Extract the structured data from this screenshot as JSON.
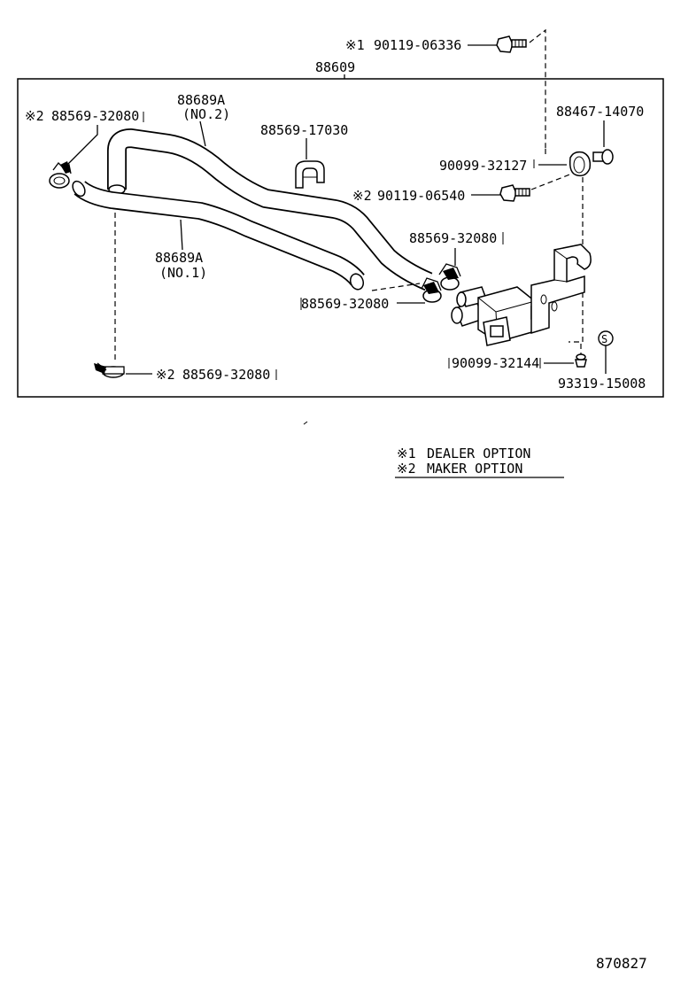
{
  "assembly": {
    "part_no": "88609"
  },
  "labels": {
    "bolt_top": {
      "mark": "※1",
      "part_no": "90119-06336"
    },
    "hose_no2": {
      "part_no": "88689A",
      "sub": "(NO.2)"
    },
    "clamp_upper_left": {
      "mark": "※2",
      "part_no": "88569-32080"
    },
    "holder": {
      "part_no": "88569-17030"
    },
    "bolt_right": {
      "part_no": "88467-14070"
    },
    "grommet": {
      "part_no": "90099-32127"
    },
    "bolt_mid": {
      "mark": "※2",
      "part_no": "90119-06540"
    },
    "hose_no1": {
      "part_no": "88689A",
      "sub": "(NO.1)"
    },
    "clamp_mid_right": {
      "part_no": "88569-32080"
    },
    "clamp_mid_left": {
      "part_no": "88569-32080"
    },
    "clamp_lower": {
      "mark": "※2",
      "part_no": "88569-32080"
    },
    "grommet_lower": {
      "part_no": "90099-32144"
    },
    "vsv": {
      "part_no": "93319-15008"
    },
    "vsv_symbol": "S"
  },
  "legend": [
    {
      "mark": "※1",
      "text": "DEALER OPTION"
    },
    {
      "mark": "※2",
      "text": "MAKER OPTION"
    }
  ],
  "figure_id": "870827"
}
